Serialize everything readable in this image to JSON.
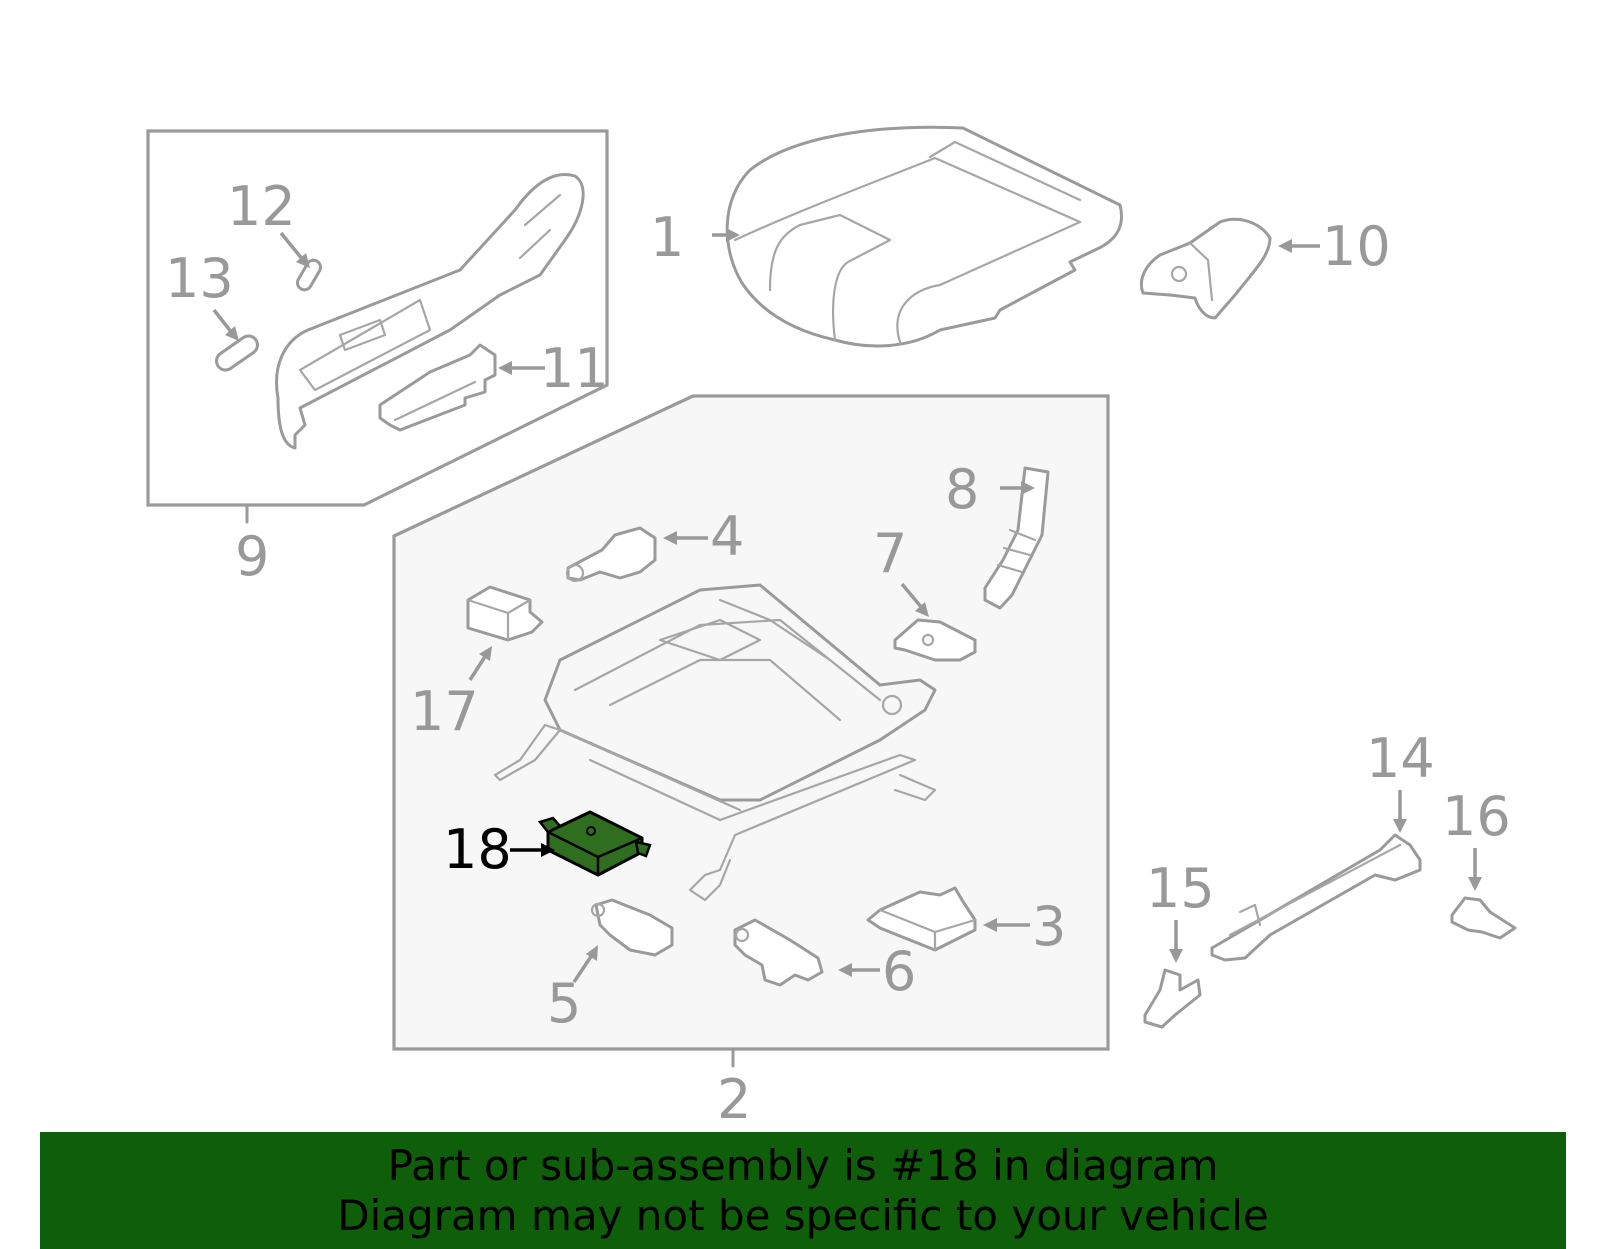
{
  "callouts": {
    "c1": "1",
    "c2": "2",
    "c3": "3",
    "c4": "4",
    "c5": "5",
    "c6": "6",
    "c7": "7",
    "c8": "8",
    "c9": "9",
    "c10": "10",
    "c11": "11",
    "c12": "12",
    "c13": "13",
    "c14": "14",
    "c15": "15",
    "c16": "16",
    "c17": "17",
    "c18": "18"
  },
  "highlight": {
    "part_number": "18",
    "color": "#0e5e0a"
  },
  "banner": {
    "line1": "Part or sub-assembly is #18 in diagram",
    "line2": "Diagram may not be specific to your vehicle"
  }
}
